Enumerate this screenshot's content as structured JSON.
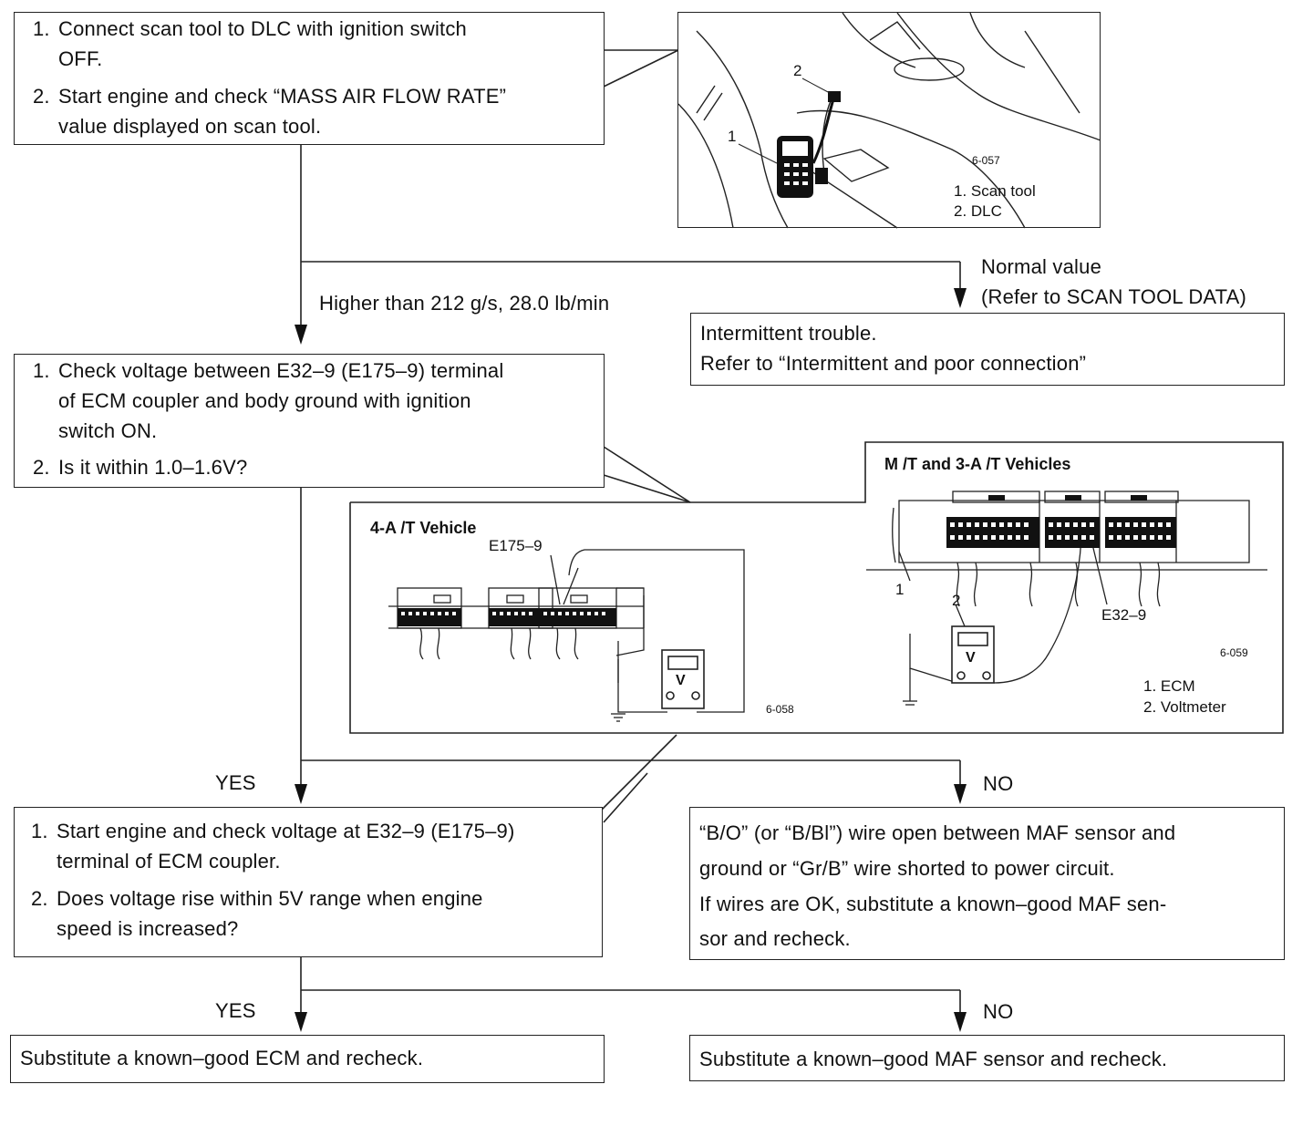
{
  "steps": {
    "step1": {
      "item1_num": "1.",
      "item1_line1": "Connect scan tool to DLC with ignition switch",
      "item1_line2": "OFF.",
      "item2_num": "2.",
      "item2_line1": "Start engine and check “MASS AIR FLOW RATE”",
      "item2_line2": "value displayed on scan tool."
    },
    "step2": {
      "item1_num": "1.",
      "item1_line1": "Check voltage between E32–9 (E175–9) terminal",
      "item1_line2": "of ECM coupler and body ground with ignition",
      "item1_line3": "switch ON.",
      "item2_num": "2.",
      "item2_line1": "Is it within 1.0–1.6V?"
    },
    "step3": {
      "item1_num": "1.",
      "item1_line1": "Start engine and check voltage at E32–9 (E175–9)",
      "item1_line2": "terminal of ECM coupler.",
      "item2_num": "2.",
      "item2_line1": "Does voltage rise within 5V range when engine",
      "item2_line2": "speed is increased?"
    }
  },
  "results": {
    "intermittent_line1": "Intermittent trouble.",
    "intermittent_line2": "Refer to “Intermittent and poor connection”",
    "wire_line1": "“B/O” (or “B/Bl”) wire open between MAF sensor and",
    "wire_line2": "ground or “Gr/B” wire shorted to power circuit.",
    "wire_line3": "If wires are OK, substitute a known–good MAF sen-",
    "wire_line4": "sor and recheck.",
    "ecm": "Substitute a known–good ECM and recheck.",
    "maf": "Substitute a known–good MAF sensor and recheck."
  },
  "branches": {
    "higher": "Higher than 212 g/s, 28.0 lb/min",
    "normal_line1": "Normal value",
    "normal_line2": "(Refer to SCAN TOOL DATA)",
    "yes1": "YES",
    "no1": "NO",
    "yes2": "YES",
    "no2": "NO"
  },
  "figures": {
    "fig1": {
      "code": "6-057",
      "callout1": "1",
      "callout2": "2",
      "legend1": "1.  Scan tool",
      "legend2": "2.  DLC"
    },
    "fig2": {
      "title": "4-A /T Vehicle",
      "terminal": "E175–9",
      "code": "6-058",
      "meter": "V"
    },
    "fig3": {
      "title": "M /T and 3-A /T Vehicles",
      "terminal": "E32–9",
      "code": "6-059",
      "callout1": "1",
      "callout2": "2",
      "meter": "V",
      "legend1": "1.  ECM",
      "legend2": "2.  Voltmeter"
    }
  }
}
